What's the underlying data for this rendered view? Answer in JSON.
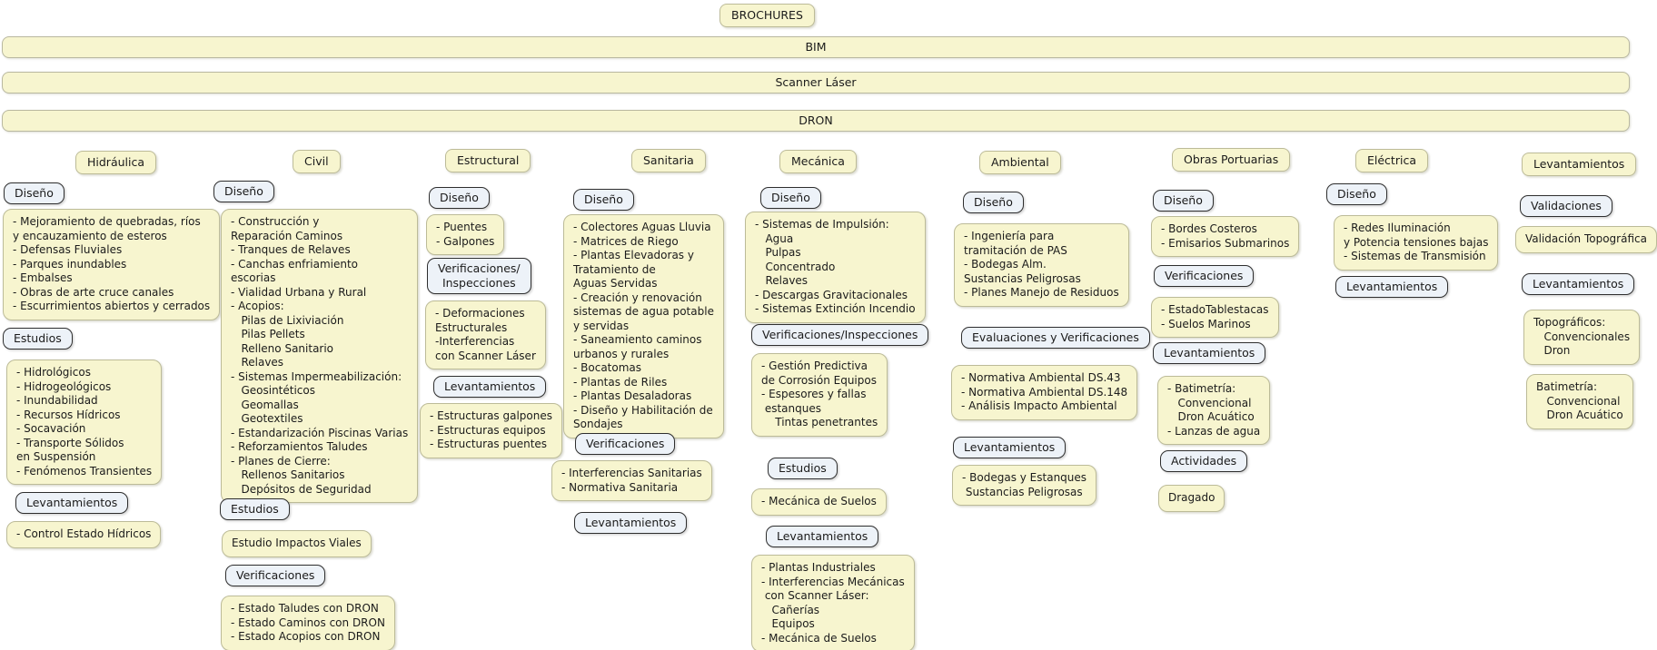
{
  "root": {
    "label": "BROCHURES"
  },
  "bars": [
    {
      "label": "BIM"
    },
    {
      "label": "Scanner Láser"
    },
    {
      "label": "DRON"
    }
  ],
  "columns": [
    {
      "title": "Hidráulica",
      "nodes": [
        {
          "text": "Diseño"
        },
        {
          "text": "- Mejoramiento de quebradas, ríos\ny encauzamiento de esteros\n- Defensas Fluviales\n- Parques inundables\n- Embalses\n- Obras de arte cruce canales\n- Escurrimientos abiertos y cerrados"
        },
        {
          "text": "Estudios"
        },
        {
          "text": "- Hidrológicos\n- Hidrogeológicos\n- Inundabilidad\n- Recursos Hídricos\n- Socavación\n- Transporte Sólidos\nen Suspensión\n- Fenómenos Transientes"
        },
        {
          "text": "Levantamientos"
        },
        {
          "text": "- Control Estado Hídricos"
        }
      ]
    },
    {
      "title": "Civil",
      "nodes": [
        {
          "text": "Diseño"
        },
        {
          "text": "- Construcción y\nReparación Caminos\n- Tranques de Relaves\n- Canchas enfriamiento\nescorias\n- Vialidad Urbana y Rural\n- Acopios:\n   Pilas de Lixiviación\n   Pilas Pellets\n   Relleno Sanitario\n   Relaves\n- Sistemas Impermeabilización:\n   Geosintéticos\n   Geomallas\n   Geotextiles\n- Estandarización Piscinas Varias\n- Reforzamientos Taludes\n- Planes de Cierre:\n   Rellenos Sanitarios\n   Depósitos de Seguridad"
        },
        {
          "text": "Estudios"
        },
        {
          "text": "Estudio Impactos Viales"
        },
        {
          "text": "Verificaciones"
        },
        {
          "text": "- Estado Taludes con DRON\n- Estado Caminos con DRON\n- Estado Acopios con DRON"
        }
      ]
    },
    {
      "title": "Estructural",
      "nodes": [
        {
          "text": "Diseño"
        },
        {
          "text": "- Puentes\n- Galpones"
        },
        {
          "text": "Verificaciones/\nInspecciones"
        },
        {
          "text": "- Deformaciones\nEstructurales\n-Interferencias\ncon Scanner Láser"
        },
        {
          "text": "Levantamientos"
        },
        {
          "text": "- Estructuras galpones\n- Estructuras equipos\n- Estructuras puentes"
        }
      ]
    },
    {
      "title": "Sanitaria",
      "nodes": [
        {
          "text": "Diseño"
        },
        {
          "text": "- Colectores Aguas Lluvia\n- Matrices de Riego\n- Plantas Elevadoras y\nTratamiento de\nAguas Servidas\n- Creación y renovación\nsistemas de agua potable\ny servidas\n- Saneamiento caminos\nurbanos y rurales\n- Bocatomas\n- Plantas de Riles\n- Plantas Desaladoras\n- Diseño y Habilitación de\nSondajes"
        },
        {
          "text": "Verificaciones"
        },
        {
          "text": "- Interferencias Sanitarias\n- Normativa Sanitaria"
        },
        {
          "text": "Levantamientos"
        }
      ]
    },
    {
      "title": "Mecánica",
      "nodes": [
        {
          "text": "Diseño"
        },
        {
          "text": "- Sistemas de Impulsión:\n   Agua\n   Pulpas\n   Concentrado\n   Relaves\n- Descargas Gravitacionales\n- Sistemas Extinción Incendio"
        },
        {
          "text": "Verificaciones/Inspecciones"
        },
        {
          "text": "- Gestión Predictiva\nde Corrosión Equipos\n- Espesores y fallas\n estanques\n    Tintas penetrantes"
        },
        {
          "text": "Estudios"
        },
        {
          "text": "- Mecánica de Suelos"
        },
        {
          "text": "Levantamientos"
        },
        {
          "text": "- Plantas Industriales\n- Interferencias Mecánicas\n con Scanner Láser:\n   Cañerías\n   Equipos\n- Mecánica de Suelos"
        }
      ]
    },
    {
      "title": "Ambiental",
      "nodes": [
        {
          "text": "Diseño"
        },
        {
          "text": "- Ingeniería para\ntramitación de PAS\n- Bodegas Alm.\nSustancias Peligrosas\n- Planes Manejo de Residuos"
        },
        {
          "text": "Evaluaciones y Verificaciones"
        },
        {
          "text": "- Normativa Ambiental DS.43\n- Normativa Ambiental DS.148\n- Análisis Impacto Ambiental"
        },
        {
          "text": "Levantamientos"
        },
        {
          "text": "- Bodegas y Estanques\n Sustancias Peligrosas"
        }
      ]
    },
    {
      "title": "Obras Portuarias",
      "nodes": [
        {
          "text": "Diseño"
        },
        {
          "text": "- Bordes Costeros\n- Emisarios Submarinos"
        },
        {
          "text": "Verificaciones"
        },
        {
          "text": "- EstadoTablestacas\n- Suelos Marinos"
        },
        {
          "text": "Levantamientos"
        },
        {
          "text": "- Batimetría:\n   Convencional\n   Dron Acuático\n- Lanzas de agua"
        },
        {
          "text": "Actividades"
        },
        {
          "text": "Dragado"
        }
      ]
    },
    {
      "title": "Eléctrica",
      "nodes": [
        {
          "text": "Diseño"
        },
        {
          "text": "- Redes Iluminación\ny Potencia tensiones bajas\n- Sistemas de Transmisión"
        },
        {
          "text": "Levantamientos"
        }
      ]
    },
    {
      "title": "Levantamientos",
      "nodes": [
        {
          "text": "Validaciones"
        },
        {
          "text": "Validación Topográfica"
        },
        {
          "text": "Levantamientos"
        },
        {
          "text": "Topográficos:\n   Convencionales\n   Dron"
        },
        {
          "text": "Batimetría:\n   Convencional\n   Dron Acuático"
        }
      ]
    }
  ]
}
